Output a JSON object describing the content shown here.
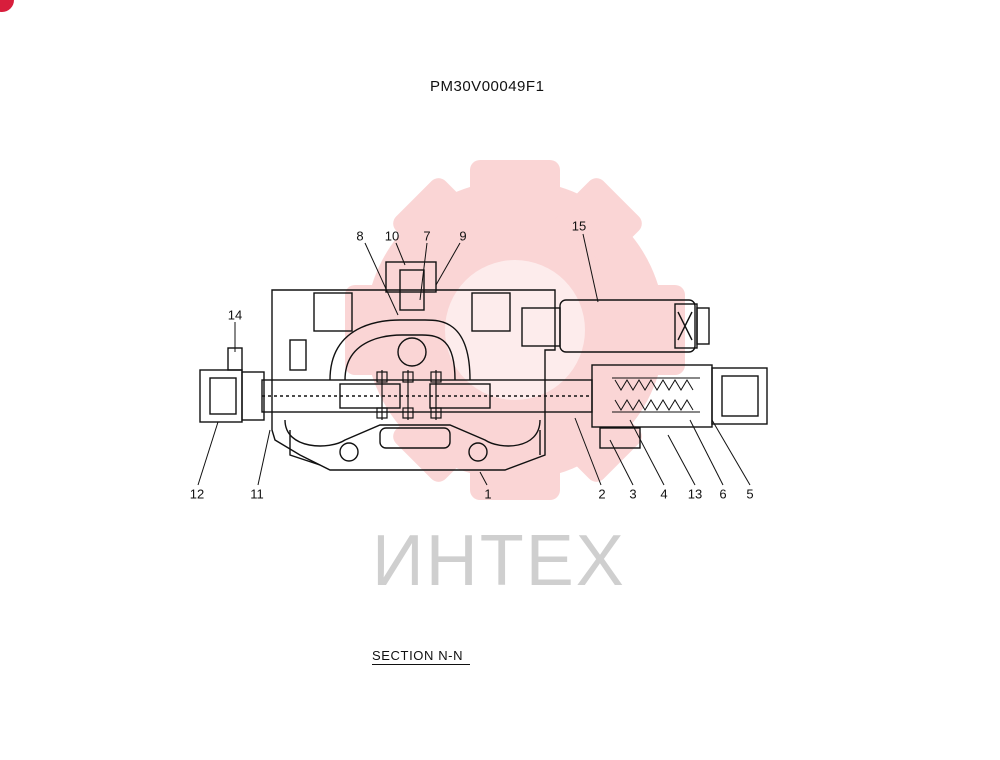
{
  "title": "PM30V00049F1",
  "caption": "SECTION  N-N",
  "watermark": {
    "text": "ИНТЕХ",
    "color": "#f4a0a0"
  },
  "callouts": [
    "1",
    "2",
    "3",
    "4",
    "5",
    "6",
    "7",
    "8",
    "9",
    "10",
    "11",
    "12",
    "13",
    "14",
    "15"
  ]
}
